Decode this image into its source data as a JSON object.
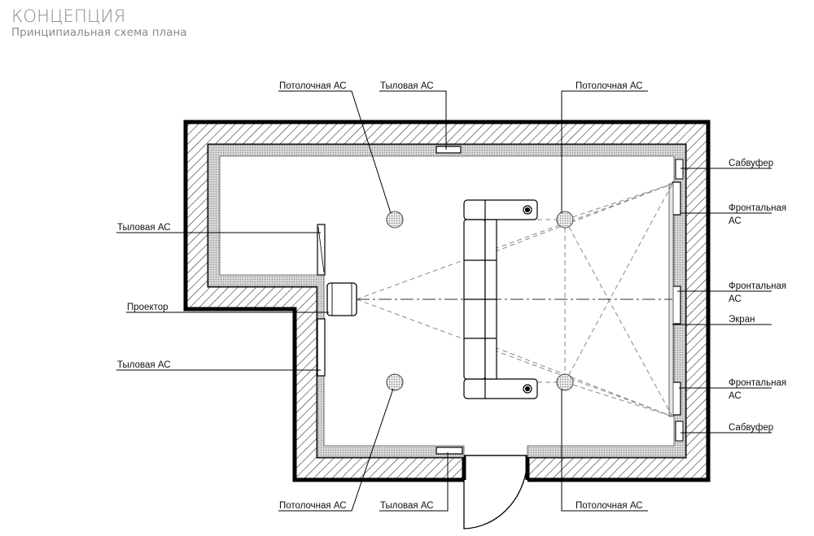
{
  "header": {
    "title": "КОНЦЕПЦИЯ",
    "subtitle": "Принципиальная схема плана"
  },
  "labels": {
    "ceiling_tl": "Потолочная АС",
    "rear_top": "Тыловая АС",
    "ceiling_tr": "Потолочная АС",
    "rear_left_upper": "Тыловая АС",
    "projector": "Проектор",
    "rear_left_lower": "Тыловая АС",
    "ceiling_bl": "Потолочная АС",
    "rear_bottom": "Тыловая АС",
    "ceiling_br": "Потолочная АС",
    "subwoofer_top": "Сабвуфер",
    "front_1_line1": "Фронтальная",
    "front_1_line2": "АС",
    "front_2_line1": "Фронтальная",
    "front_2_line2": "АС",
    "screen": "Экран",
    "front_3_line1": "Фронтальная",
    "front_3_line2": "АС",
    "subwoofer_bottom": "Сабвуфер"
  }
}
